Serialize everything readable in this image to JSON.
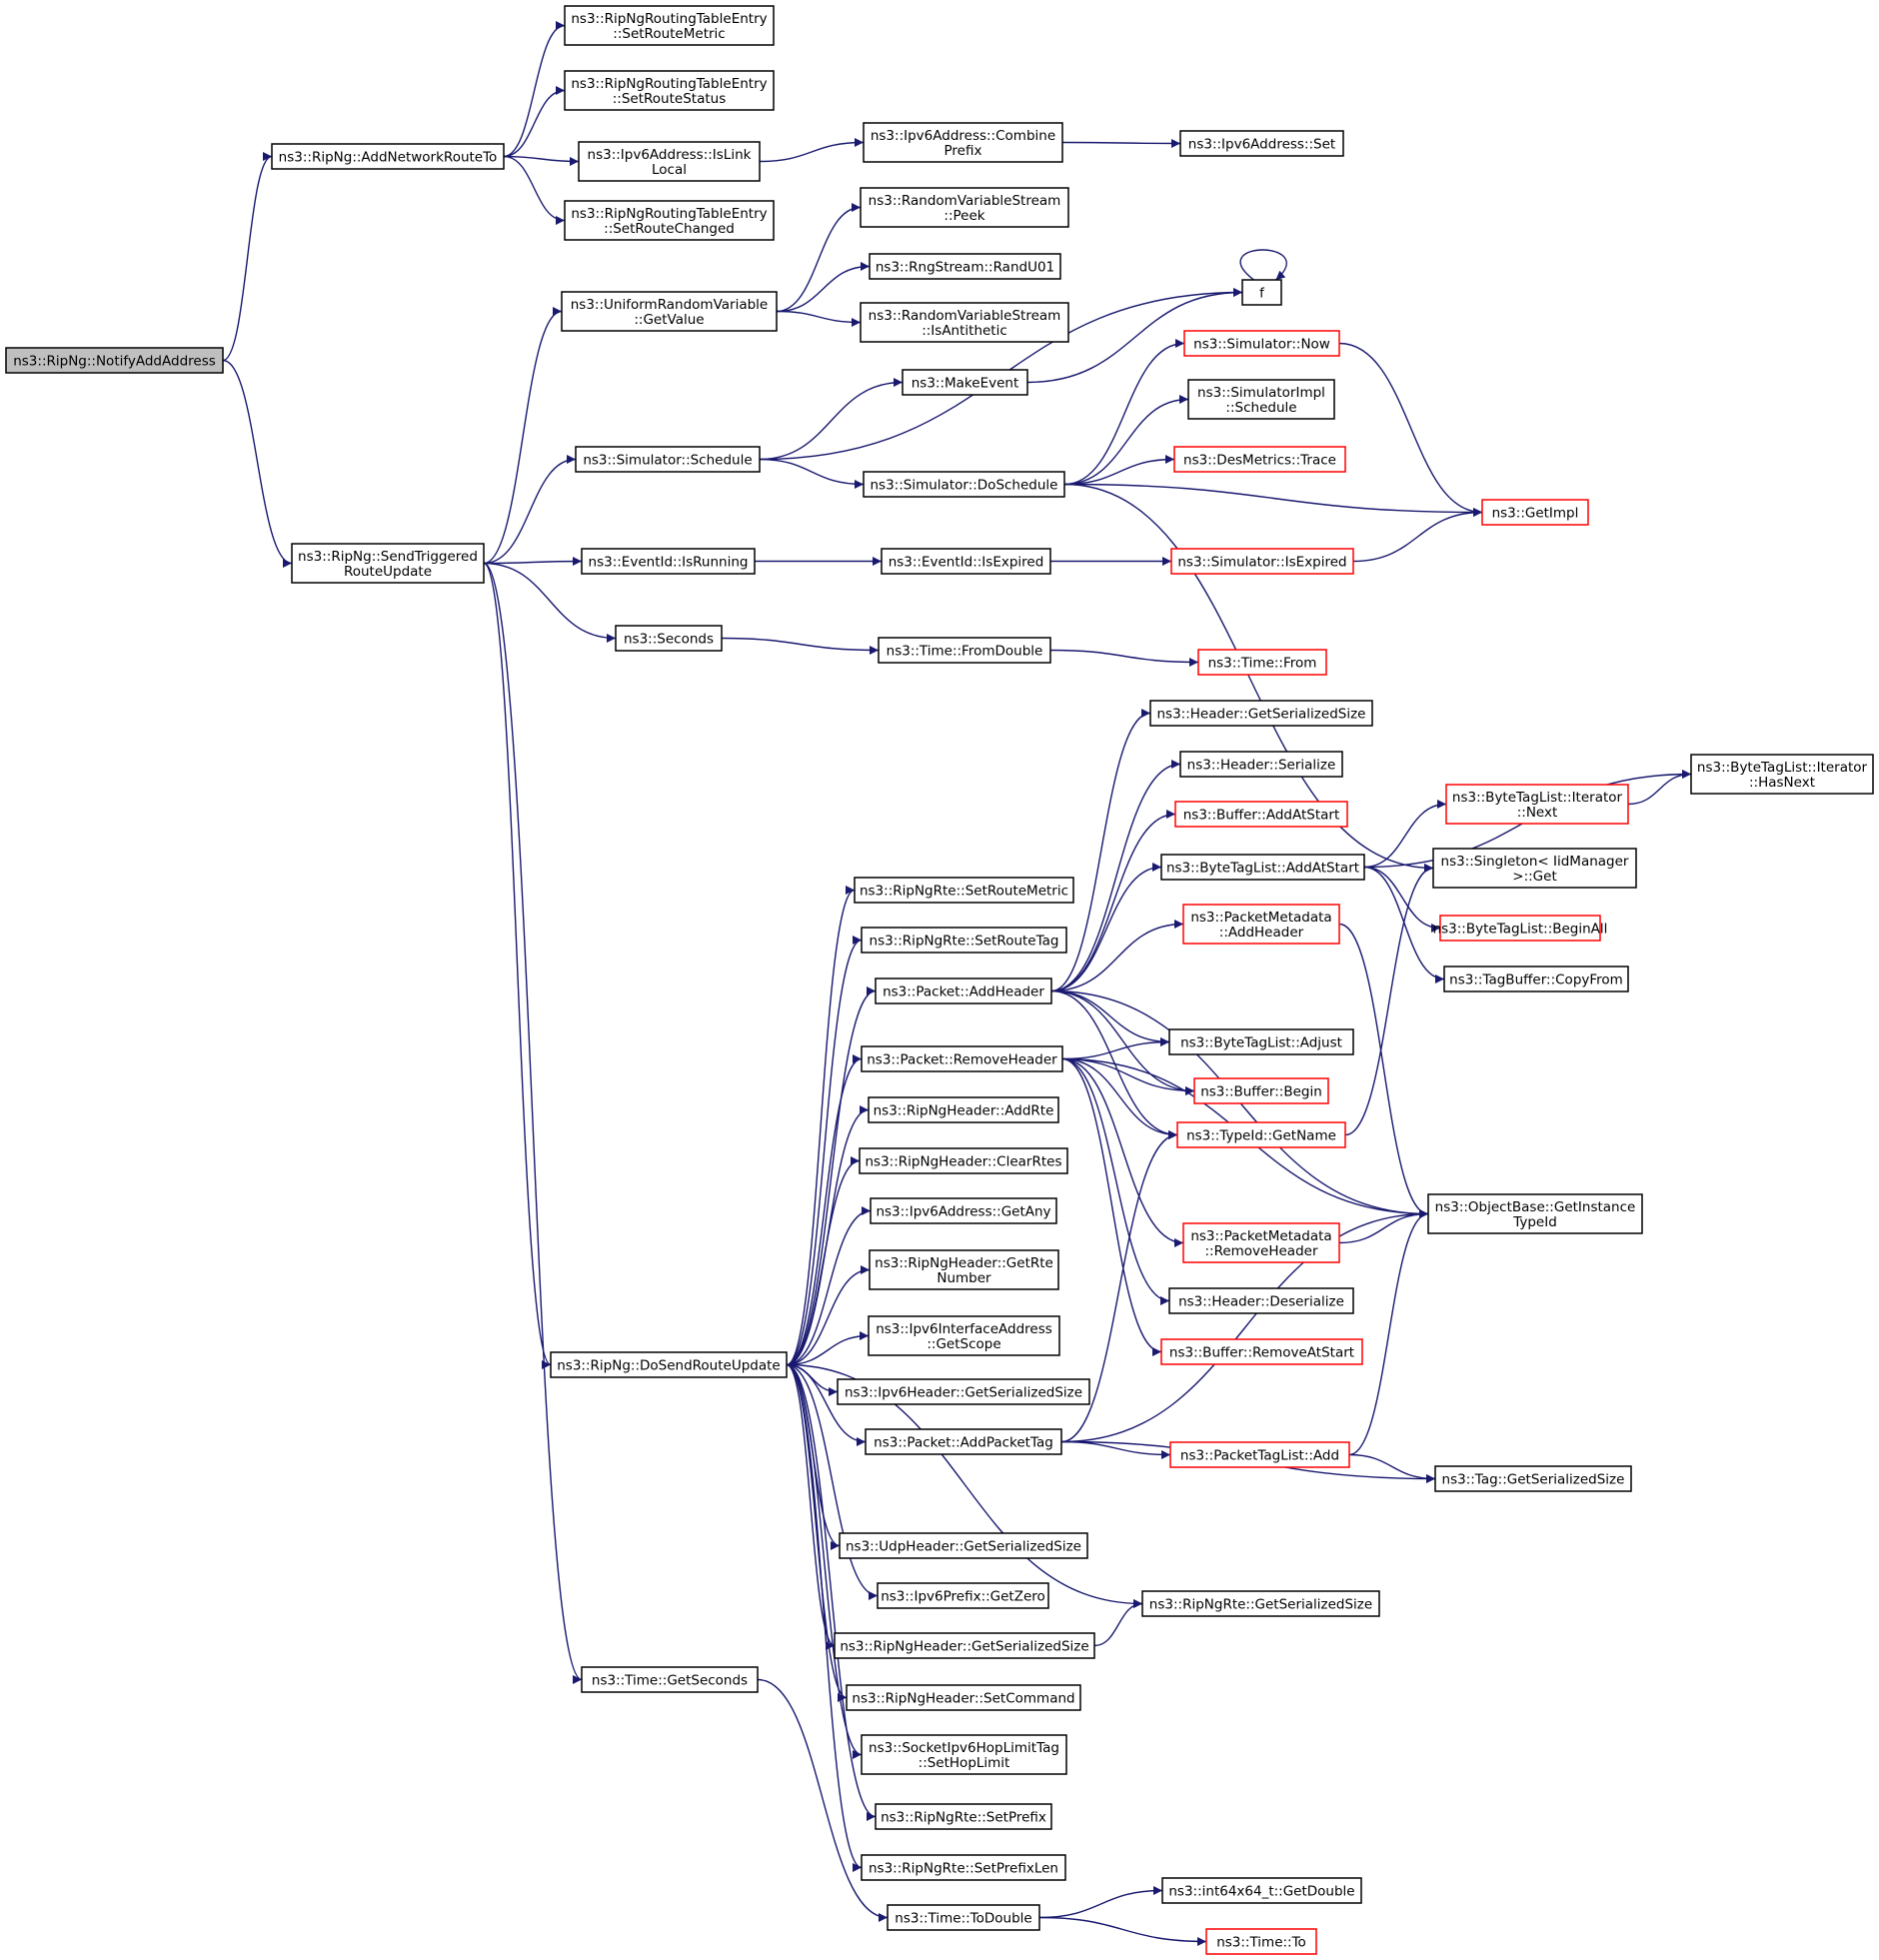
{
  "nodes": [
    {
      "id": "notify",
      "lines": [
        "ns3::RipNg::NotifyAddAddress"
      ],
      "style": "root"
    },
    {
      "id": "addnet",
      "lines": [
        "ns3::RipNg::AddNetworkRouteTo"
      ],
      "style": "normal"
    },
    {
      "id": "sendtrig",
      "lines": [
        "ns3::RipNg::SendTriggered",
        "RouteUpdate"
      ],
      "style": "normal"
    },
    {
      "id": "setroutemetric_e",
      "lines": [
        "ns3::RipNgRoutingTableEntry",
        "::SetRouteMetric"
      ],
      "style": "normal"
    },
    {
      "id": "setroutestatus_e",
      "lines": [
        "ns3::RipNgRoutingTableEntry",
        "::SetRouteStatus"
      ],
      "style": "normal"
    },
    {
      "id": "islinklocal",
      "lines": [
        "ns3::Ipv6Address::IsLink",
        "Local"
      ],
      "style": "normal"
    },
    {
      "id": "setroutechanged",
      "lines": [
        "ns3::RipNgRoutingTableEntry",
        "::SetRouteChanged"
      ],
      "style": "normal"
    },
    {
      "id": "combineprefix",
      "lines": [
        "ns3::Ipv6Address::Combine",
        "Prefix"
      ],
      "style": "normal"
    },
    {
      "id": "ipv6set",
      "lines": [
        "ns3::Ipv6Address::Set"
      ],
      "style": "normal"
    },
    {
      "id": "getvalue",
      "lines": [
        "ns3::UniformRandomVariable",
        "::GetValue"
      ],
      "style": "normal"
    },
    {
      "id": "peek",
      "lines": [
        "ns3::RandomVariableStream",
        "::Peek"
      ],
      "style": "normal"
    },
    {
      "id": "randu01",
      "lines": [
        "ns3::RngStream::RandU01"
      ],
      "style": "normal"
    },
    {
      "id": "isantithetic",
      "lines": [
        "ns3::RandomVariableStream",
        "::IsAntithetic"
      ],
      "style": "normal"
    },
    {
      "id": "f",
      "lines": [
        "f"
      ],
      "style": "normal"
    },
    {
      "id": "makeevent",
      "lines": [
        "ns3::MakeEvent"
      ],
      "style": "normal"
    },
    {
      "id": "simschedule",
      "lines": [
        "ns3::Simulator::Schedule"
      ],
      "style": "normal"
    },
    {
      "id": "simnow",
      "lines": [
        "ns3::Simulator::Now"
      ],
      "style": "red"
    },
    {
      "id": "simimplschedule",
      "lines": [
        "ns3::SimulatorImpl",
        "::Schedule"
      ],
      "style": "normal"
    },
    {
      "id": "doschedule",
      "lines": [
        "ns3::Simulator::DoSchedule"
      ],
      "style": "normal"
    },
    {
      "id": "desmetrics",
      "lines": [
        "ns3::DesMetrics::Trace"
      ],
      "style": "red"
    },
    {
      "id": "getimpl",
      "lines": [
        "ns3::GetImpl"
      ],
      "style": "red"
    },
    {
      "id": "isrunning",
      "lines": [
        "ns3::EventId::IsRunning"
      ],
      "style": "normal"
    },
    {
      "id": "isexpired",
      "lines": [
        "ns3::EventId::IsExpired"
      ],
      "style": "normal"
    },
    {
      "id": "simisexpired",
      "lines": [
        "ns3::Simulator::IsExpired"
      ],
      "style": "red"
    },
    {
      "id": "seconds",
      "lines": [
        "ns3::Seconds"
      ],
      "style": "normal"
    },
    {
      "id": "fromdouble",
      "lines": [
        "ns3::Time::FromDouble"
      ],
      "style": "normal"
    },
    {
      "id": "timefrom",
      "lines": [
        "ns3::Time::From"
      ],
      "style": "red"
    },
    {
      "id": "hdrsersize",
      "lines": [
        "ns3::Header::GetSerializedSize"
      ],
      "style": "normal"
    },
    {
      "id": "hdrserialize",
      "lines": [
        "ns3::Header::Serialize"
      ],
      "style": "normal"
    },
    {
      "id": "bufaddatstart",
      "lines": [
        "ns3::Buffer::AddAtStart"
      ],
      "style": "red"
    },
    {
      "id": "btladdatstart",
      "lines": [
        "ns3::ByteTagList::AddAtStart"
      ],
      "style": "normal"
    },
    {
      "id": "pmaddheader",
      "lines": [
        "ns3::PacketMetadata",
        "::AddHeader"
      ],
      "style": "red"
    },
    {
      "id": "btliternext",
      "lines": [
        "ns3::ByteTagList::Iterator",
        "::Next"
      ],
      "style": "red"
    },
    {
      "id": "btlhasnext",
      "lines": [
        "ns3::ByteTagList::Iterator",
        "::HasNext"
      ],
      "style": "normal"
    },
    {
      "id": "singleton",
      "lines": [
        "ns3::Singleton< IidManager",
        ">::Get"
      ],
      "style": "normal"
    },
    {
      "id": "beginall",
      "lines": [
        "ns3::ByteTagList::BeginAll"
      ],
      "style": "red"
    },
    {
      "id": "copyfrom",
      "lines": [
        "ns3::TagBuffer::CopyFrom"
      ],
      "style": "normal"
    },
    {
      "id": "rtesetroutemetric",
      "lines": [
        "ns3::RipNgRte::SetRouteMetric"
      ],
      "style": "normal"
    },
    {
      "id": "rtesetroutetag",
      "lines": [
        "ns3::RipNgRte::SetRouteTag"
      ],
      "style": "normal"
    },
    {
      "id": "pktaddheader",
      "lines": [
        "ns3::Packet::AddHeader"
      ],
      "style": "normal"
    },
    {
      "id": "pktremoveheader",
      "lines": [
        "ns3::Packet::RemoveHeader"
      ],
      "style": "normal"
    },
    {
      "id": "btladjust",
      "lines": [
        "ns3::ByteTagList::Adjust"
      ],
      "style": "normal"
    },
    {
      "id": "bufbegin",
      "lines": [
        "ns3::Buffer::Begin"
      ],
      "style": "red"
    },
    {
      "id": "typeidgetname",
      "lines": [
        "ns3::TypeId::GetName"
      ],
      "style": "red"
    },
    {
      "id": "addrte",
      "lines": [
        "ns3::RipNgHeader::AddRte"
      ],
      "style": "normal"
    },
    {
      "id": "clearrtes",
      "lines": [
        "ns3::RipNgHeader::ClearRtes"
      ],
      "style": "normal"
    },
    {
      "id": "getany",
      "lines": [
        "ns3::Ipv6Address::GetAny"
      ],
      "style": "normal"
    },
    {
      "id": "objgetinstance",
      "lines": [
        "ns3::ObjectBase::GetInstance",
        "TypeId"
      ],
      "style": "normal"
    },
    {
      "id": "pmremoveheader",
      "lines": [
        "ns3::PacketMetadata",
        "::RemoveHeader"
      ],
      "style": "red"
    },
    {
      "id": "getrtenumber",
      "lines": [
        "ns3::RipNgHeader::GetRte",
        "Number"
      ],
      "style": "normal"
    },
    {
      "id": "hdrdeserialize",
      "lines": [
        "ns3::Header::Deserialize"
      ],
      "style": "normal"
    },
    {
      "id": "getscope",
      "lines": [
        "ns3::Ipv6InterfaceAddress",
        "::GetScope"
      ],
      "style": "normal"
    },
    {
      "id": "bufremoveatstart",
      "lines": [
        "ns3::Buffer::RemoveAtStart"
      ],
      "style": "red"
    },
    {
      "id": "dosendroute",
      "lines": [
        "ns3::RipNg::DoSendRouteUpdate"
      ],
      "style": "normal"
    },
    {
      "id": "ipv6hdrsize",
      "lines": [
        "ns3::Ipv6Header::GetSerializedSize"
      ],
      "style": "normal"
    },
    {
      "id": "addpackettag",
      "lines": [
        "ns3::Packet::AddPacketTag"
      ],
      "style": "normal"
    },
    {
      "id": "ptladd",
      "lines": [
        "ns3::PacketTagList::Add"
      ],
      "style": "red"
    },
    {
      "id": "taggetsersize",
      "lines": [
        "ns3::Tag::GetSerializedSize"
      ],
      "style": "normal"
    },
    {
      "id": "udphdrsize",
      "lines": [
        "ns3::UdpHeader::GetSerializedSize"
      ],
      "style": "normal"
    },
    {
      "id": "rtegetsersize",
      "lines": [
        "ns3::RipNgRte::GetSerializedSize"
      ],
      "style": "normal"
    },
    {
      "id": "getzero",
      "lines": [
        "ns3::Ipv6Prefix::GetZero"
      ],
      "style": "normal"
    },
    {
      "id": "riphdrsize",
      "lines": [
        "ns3::RipNgHeader::GetSerializedSize"
      ],
      "style": "normal"
    },
    {
      "id": "timegetseconds",
      "lines": [
        "ns3::Time::GetSeconds"
      ],
      "style": "normal"
    },
    {
      "id": "setcommand",
      "lines": [
        "ns3::RipNgHeader::SetCommand"
      ],
      "style": "normal"
    },
    {
      "id": "sethoplimit",
      "lines": [
        "ns3::SocketIpv6HopLimitTag",
        "::SetHopLimit"
      ],
      "style": "normal"
    },
    {
      "id": "setprefix",
      "lines": [
        "ns3::RipNgRte::SetPrefix"
      ],
      "style": "normal"
    },
    {
      "id": "setprefixlen",
      "lines": [
        "ns3::RipNgRte::SetPrefixLen"
      ],
      "style": "normal"
    },
    {
      "id": "getdouble",
      "lines": [
        "ns3::int64x64_t::GetDouble"
      ],
      "style": "normal"
    },
    {
      "id": "todouble",
      "lines": [
        "ns3::Time::ToDouble"
      ],
      "style": "normal"
    },
    {
      "id": "timeto",
      "lines": [
        "ns3::Time::To"
      ],
      "style": "red"
    }
  ],
  "edges": [
    [
      "notify",
      "addnet"
    ],
    [
      "notify",
      "sendtrig"
    ],
    [
      "addnet",
      "setroutemetric_e"
    ],
    [
      "addnet",
      "setroutestatus_e"
    ],
    [
      "addnet",
      "islinklocal"
    ],
    [
      "addnet",
      "setroutechanged"
    ],
    [
      "islinklocal",
      "combineprefix"
    ],
    [
      "combineprefix",
      "ipv6set"
    ],
    [
      "sendtrig",
      "getvalue"
    ],
    [
      "sendtrig",
      "simschedule"
    ],
    [
      "sendtrig",
      "isrunning"
    ],
    [
      "sendtrig",
      "seconds"
    ],
    [
      "sendtrig",
      "dosendroute"
    ],
    [
      "sendtrig",
      "timegetseconds"
    ],
    [
      "getvalue",
      "peek"
    ],
    [
      "getvalue",
      "randu01"
    ],
    [
      "getvalue",
      "isantithetic"
    ],
    [
      "simschedule",
      "makeevent"
    ],
    [
      "simschedule",
      "f"
    ],
    [
      "simschedule",
      "doschedule"
    ],
    [
      "makeevent",
      "f"
    ],
    [
      "f",
      "f"
    ],
    [
      "doschedule",
      "simnow"
    ],
    [
      "doschedule",
      "simimplschedule"
    ],
    [
      "doschedule",
      "desmetrics"
    ],
    [
      "doschedule",
      "getimpl"
    ],
    [
      "doschedule",
      "singleton"
    ],
    [
      "simnow",
      "getimpl"
    ],
    [
      "isrunning",
      "isexpired"
    ],
    [
      "isexpired",
      "simisexpired"
    ],
    [
      "simisexpired",
      "getimpl"
    ],
    [
      "seconds",
      "fromdouble"
    ],
    [
      "fromdouble",
      "timefrom"
    ],
    [
      "pktaddheader",
      "hdrsersize"
    ],
    [
      "pktaddheader",
      "hdrserialize"
    ],
    [
      "pktaddheader",
      "bufaddatstart"
    ],
    [
      "pktaddheader",
      "btladdatstart"
    ],
    [
      "pktaddheader",
      "pmaddheader"
    ],
    [
      "pktaddheader",
      "objgetinstance"
    ],
    [
      "pktaddheader",
      "btladjust"
    ],
    [
      "pktaddheader",
      "bufbegin"
    ],
    [
      "pktaddheader",
      "typeidgetname"
    ],
    [
      "btladdatstart",
      "btliternext"
    ],
    [
      "btladdatstart",
      "btlhasnext"
    ],
    [
      "btladdatstart",
      "beginall"
    ],
    [
      "btladdatstart",
      "copyfrom"
    ],
    [
      "btliternext",
      "btlhasnext"
    ],
    [
      "pmaddheader",
      "objgetinstance"
    ],
    [
      "pktremoveheader",
      "btladjust"
    ],
    [
      "pktremoveheader",
      "bufbegin"
    ],
    [
      "pktremoveheader",
      "typeidgetname"
    ],
    [
      "pktremoveheader",
      "objgetinstance"
    ],
    [
      "pktremoveheader",
      "pmremoveheader"
    ],
    [
      "pktremoveheader",
      "hdrdeserialize"
    ],
    [
      "pktremoveheader",
      "bufremoveatstart"
    ],
    [
      "pmremoveheader",
      "objgetinstance"
    ],
    [
      "typeidgetname",
      "singleton"
    ],
    [
      "dosendroute",
      "rtesetroutemetric"
    ],
    [
      "dosendroute",
      "rtesetroutetag"
    ],
    [
      "dosendroute",
      "pktaddheader"
    ],
    [
      "dosendroute",
      "pktremoveheader"
    ],
    [
      "dosendroute",
      "addrte"
    ],
    [
      "dosendroute",
      "clearrtes"
    ],
    [
      "dosendroute",
      "getany"
    ],
    [
      "dosendroute",
      "getrtenumber"
    ],
    [
      "dosendroute",
      "getscope"
    ],
    [
      "dosendroute",
      "ipv6hdrsize"
    ],
    [
      "dosendroute",
      "addpackettag"
    ],
    [
      "dosendroute",
      "rtegetsersize"
    ],
    [
      "dosendroute",
      "udphdrsize"
    ],
    [
      "dosendroute",
      "getzero"
    ],
    [
      "dosendroute",
      "riphdrsize"
    ],
    [
      "dosendroute",
      "setcommand"
    ],
    [
      "dosendroute",
      "sethoplimit"
    ],
    [
      "dosendroute",
      "setprefix"
    ],
    [
      "dosendroute",
      "setprefixlen"
    ],
    [
      "addpackettag",
      "objgetinstance"
    ],
    [
      "addpackettag",
      "typeidgetname"
    ],
    [
      "addpackettag",
      "ptladd"
    ],
    [
      "addpackettag",
      "taggetsersize"
    ],
    [
      "ptladd",
      "objgetinstance"
    ],
    [
      "ptladd",
      "taggetsersize"
    ],
    [
      "riphdrsize",
      "rtegetsersize"
    ],
    [
      "timegetseconds",
      "todouble"
    ],
    [
      "todouble",
      "getdouble"
    ],
    [
      "todouble",
      "timeto"
    ]
  ]
}
